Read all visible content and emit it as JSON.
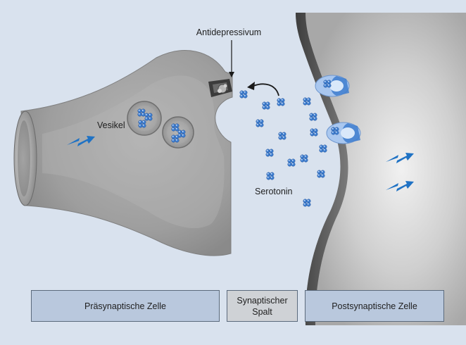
{
  "labels": {
    "antidepressant": "Antidepressivum",
    "vesicle": "Vesikel",
    "serotonin": "Serotonin"
  },
  "regions": {
    "presynaptic": "Präsynaptische Zelle",
    "cleft_line1": "Synaptischer",
    "cleft_line2": "Spalt",
    "postsynaptic": "Postsynaptische Zelle"
  },
  "colors": {
    "background": "#d9e2ee",
    "cell": "#9c9c9c",
    "cell_dark": "#4d4d4d",
    "serotonin": "#3f7fd0",
    "signal_arrow": "#1f72c4",
    "label_box": "#b9c8dd",
    "cleft_box": "#cfd2d6"
  },
  "icons": [
    "signal-arrow",
    "serotonin-molecule",
    "reuptake-transporter",
    "receptor"
  ]
}
